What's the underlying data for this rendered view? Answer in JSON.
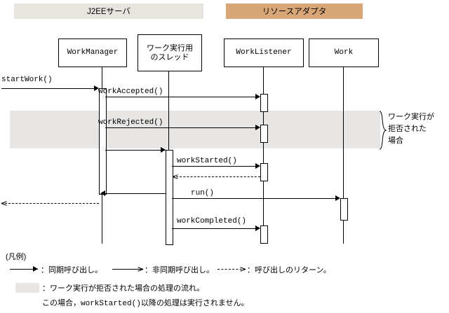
{
  "diagram": {
    "type": "sequence-diagram",
    "headers": [
      {
        "id": "j2ee",
        "label": "J2EEサーバ",
        "color": "#e8e5e0"
      },
      {
        "id": "resource",
        "label": "リソースアダプタ",
        "color": "#d9a678"
      }
    ],
    "participants": [
      {
        "id": "work-manager",
        "label": "WorkManager"
      },
      {
        "id": "work-thread",
        "label_line1": "ワーク実行用",
        "label_line2": "のスレッド"
      },
      {
        "id": "work-listener",
        "label": "WorkListener"
      },
      {
        "id": "work",
        "label": "Work"
      }
    ],
    "messages": [
      {
        "id": "start-work",
        "label": "startWork()",
        "kind": "synchronous"
      },
      {
        "id": "work-accepted",
        "label": "workAccepted()",
        "kind": "synchronous"
      },
      {
        "id": "work-rejected",
        "label": "workRejected()",
        "kind": "synchronous"
      },
      {
        "id": "work-started",
        "label": "workStarted()",
        "kind": "synchronous"
      },
      {
        "id": "run",
        "label": "run()",
        "kind": "synchronous"
      },
      {
        "id": "work-completed",
        "label": "workCompleted()",
        "kind": "synchronous"
      }
    ],
    "annotation": {
      "line1": "ワーク実行が",
      "line2": "拒否された",
      "line3": "場合"
    }
  },
  "legend": {
    "title": "(凡例)",
    "row1": {
      "sync": "：同期呼び出し。",
      "async_arrow": "——＞",
      "async": "：非同期呼び出し。",
      "return_arrow": "---＞",
      "return": "：呼び出しのリターン。"
    },
    "row2": {
      "swatch_text": "：ワーク実行が拒否された場合の処理の流れ。",
      "note": "この場合，workStarted()以降の処理は実行されません。"
    }
  }
}
